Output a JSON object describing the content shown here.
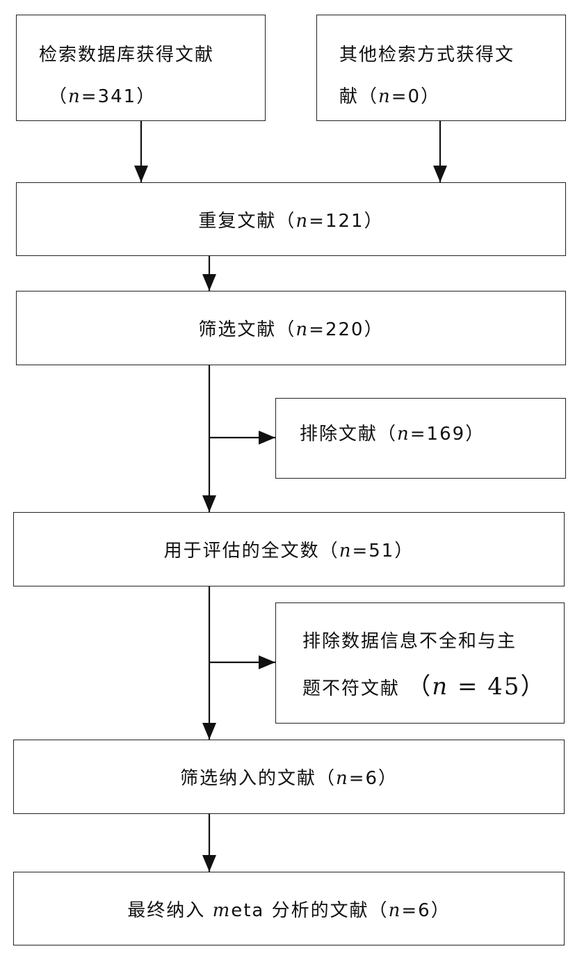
{
  "boxes": {
    "database": {
      "line1": "检索数据库获得文献",
      "open": "（",
      "n": "n",
      "eq": "=341",
      "close": "）"
    },
    "other": {
      "line1": "其他检索方式获得文",
      "line2pre": "献（",
      "n": "n",
      "eq": "=0",
      "close": "）"
    },
    "duplicate": {
      "pre": "重复文献（",
      "n": "n",
      "eq": "=121",
      "close": "）"
    },
    "screen": {
      "pre": "筛选文献（",
      "n": "n",
      "eq": "=220",
      "close": "）"
    },
    "exclude1": {
      "pre": "排除文献（",
      "n": "n",
      "eq": "=169",
      "close": "）"
    },
    "fulltext": {
      "pre": "用于评估的全文数（",
      "n": "n",
      "eq": "=51",
      "close": "）"
    },
    "exclude2": {
      "line1": "排除数据信息不全和与主",
      "line2pre": "题不符文献",
      "open": "（",
      "n": "n",
      "eq": " = 45",
      "close": "）"
    },
    "included": {
      "pre": "筛选纳入的文献（",
      "n": "n",
      "eq": "=6",
      "close": "）"
    },
    "final": {
      "pre": "最终纳入 ",
      "meta_m": "m",
      "meta_rest": "eta",
      "post": " 分析的文献（",
      "n": "n",
      "eq": "=6",
      "close": "）"
    }
  }
}
